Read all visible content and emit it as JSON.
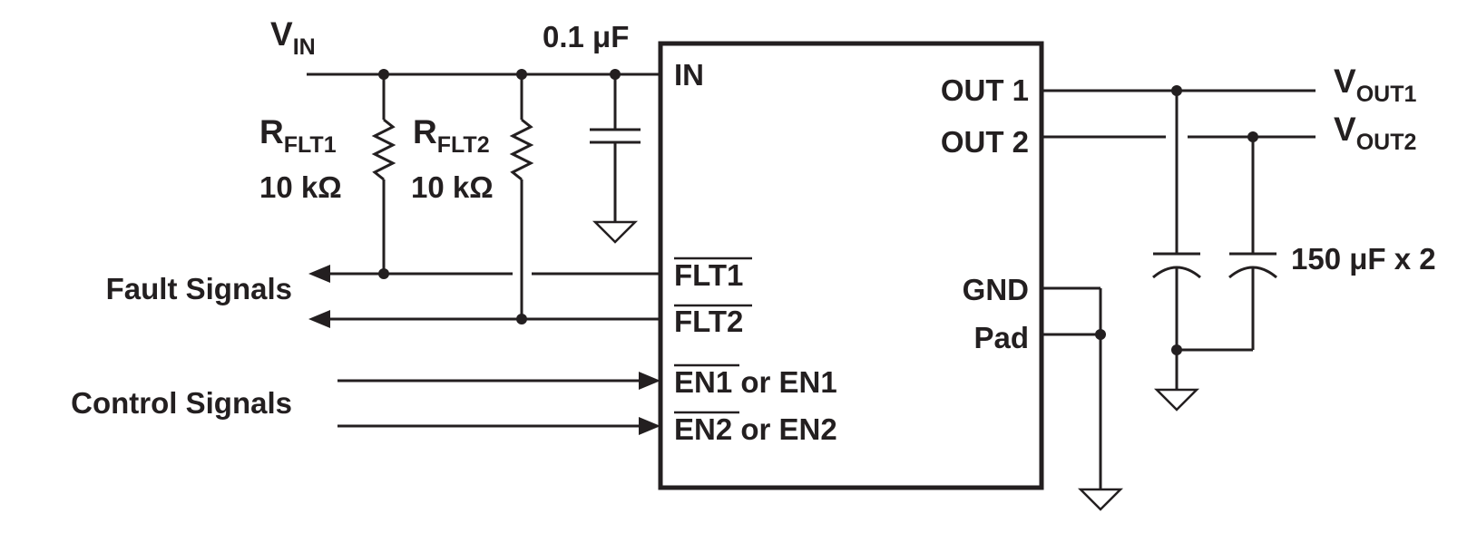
{
  "vin": {
    "main": "V",
    "sub": "IN"
  },
  "cap_in": "0.1 μF",
  "rflt1": {
    "main": "R",
    "sub": "FLT1",
    "value": "10 kΩ"
  },
  "rflt2": {
    "main": "R",
    "sub": "FLT2",
    "value": "10 kΩ"
  },
  "ic": {
    "pin_in": "IN",
    "pin_out1": "OUT 1",
    "pin_out2": "OUT 2",
    "pin_flt1": "FLT1",
    "pin_flt2": "FLT2",
    "pin_en1_bar": "EN1",
    "pin_en1_rest": " or EN1",
    "pin_en2_bar": "EN2",
    "pin_en2_rest": " or EN2",
    "pin_gnd": "GND",
    "pin_pad": "Pad"
  },
  "vout1": {
    "main": "V",
    "sub": "OUT1"
  },
  "vout2": {
    "main": "V",
    "sub": "OUT2"
  },
  "cap_out": "150 μF x 2",
  "fault_signals": "Fault Signals",
  "control_signals": "Control Signals"
}
